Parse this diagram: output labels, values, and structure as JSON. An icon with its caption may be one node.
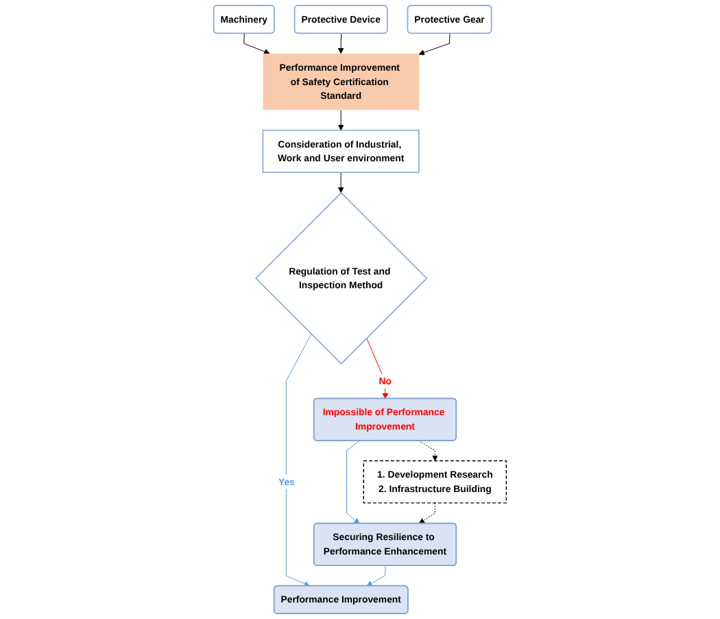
{
  "diagram": {
    "nodes": [
      {
        "text": [
          "Machinery"
        ]
      },
      {
        "text": [
          "Protective Device"
        ]
      },
      {
        "text": [
          "Protective Gear"
        ]
      },
      {
        "text": [
          "Performance Improvement of Safety Certification Standard"
        ]
      },
      {
        "text": [
          "Consideration of Industrial, Work and User environment"
        ]
      },
      {
        "text": [
          "Regulation of Test and Inspection Method"
        ]
      },
      {
        "text": [
          "Impossible of Performance Improvement"
        ]
      },
      {
        "text": [
          "1. Development Research",
          "2. Infrastructure Building"
        ]
      },
      {
        "text": [
          "Securing Resilience to Performance Enhancement"
        ]
      },
      {
        "text": [
          "Performance Improvement"
        ]
      }
    ],
    "edges": [
      {
        "from": 0,
        "to": 3,
        "arrow": "to"
      },
      {
        "from": 1,
        "to": 3,
        "arrow": "to"
      },
      {
        "from": 2,
        "to": 3,
        "arrow": "to"
      },
      {
        "from": 3,
        "to": 4,
        "arrow": "to"
      },
      {
        "from": 4,
        "to": 5,
        "arrow": "to"
      },
      {
        "from": 5,
        "to": 6,
        "arrow": "to",
        "label": "No",
        "color": "#ff0000"
      },
      {
        "from": 5,
        "to": 9,
        "arrow": "to",
        "label": "Yes",
        "color": "#5b9bd5"
      },
      {
        "from": 6,
        "to": 7,
        "arrow": "to",
        "style": "dashed"
      },
      {
        "from": 6,
        "to": 8,
        "arrow": "to",
        "color": "#5b9bd5"
      },
      {
        "from": 7,
        "to": 8,
        "arrow": "to",
        "style": "dashed"
      },
      {
        "from": 8,
        "to": 9,
        "arrow": "to",
        "color": "#5b9bd5"
      }
    ]
  }
}
